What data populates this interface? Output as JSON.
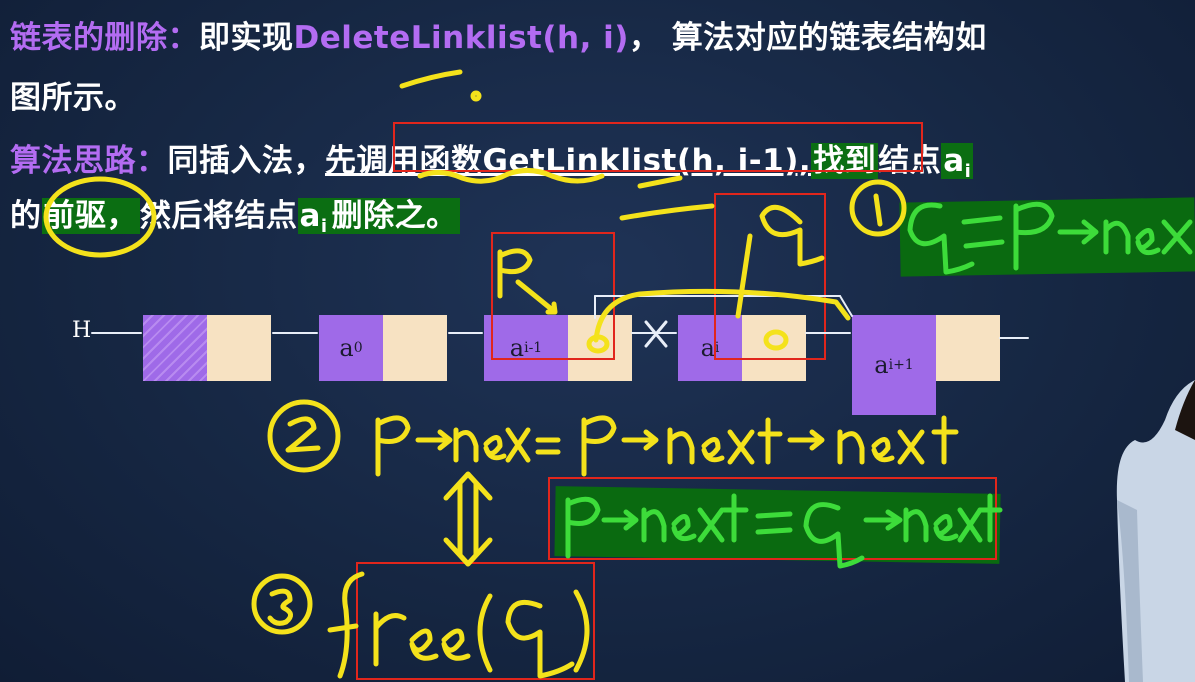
{
  "line1": {
    "heading": "链表的删除：",
    "lead": "即实现",
    "func": "DeleteLinklist(h, i)",
    "tail": "，  算法对应的链表结构如"
  },
  "line2": {
    "text": "图所示。"
  },
  "line3": {
    "heading": "算法思路：",
    "lead": "同插入法，",
    "boxed": "先调用函数GetLinklist(h, i-1),",
    "green": "找到",
    "tail": "结点",
    "ai": "a",
    "ai_sub": "i"
  },
  "line4": {
    "prefix": "的",
    "green": "前驱，",
    "mid": "然后将结点",
    "ai": "a",
    "ai_sub": "i",
    "green2": "删除之。"
  },
  "diagram": {
    "head_label": "H",
    "nodes": [
      {
        "label": "",
        "sub": ""
      },
      {
        "label": "a",
        "sub": "0"
      },
      {
        "label": "a",
        "sub": "i-1"
      },
      {
        "label": "a",
        "sub": "i"
      },
      {
        "label": "a",
        "sub": "i+1"
      }
    ]
  },
  "colors": {
    "background": "#162743",
    "heading_purple": "#b36cf2",
    "node_data": "#9f6ae8",
    "node_ptr": "#f7e2c2",
    "highlight_green": "#0b6e12",
    "annotation_yellow": "#f4e21b",
    "annotation_green": "#3ddc3a",
    "red_box": "#e1261c"
  }
}
